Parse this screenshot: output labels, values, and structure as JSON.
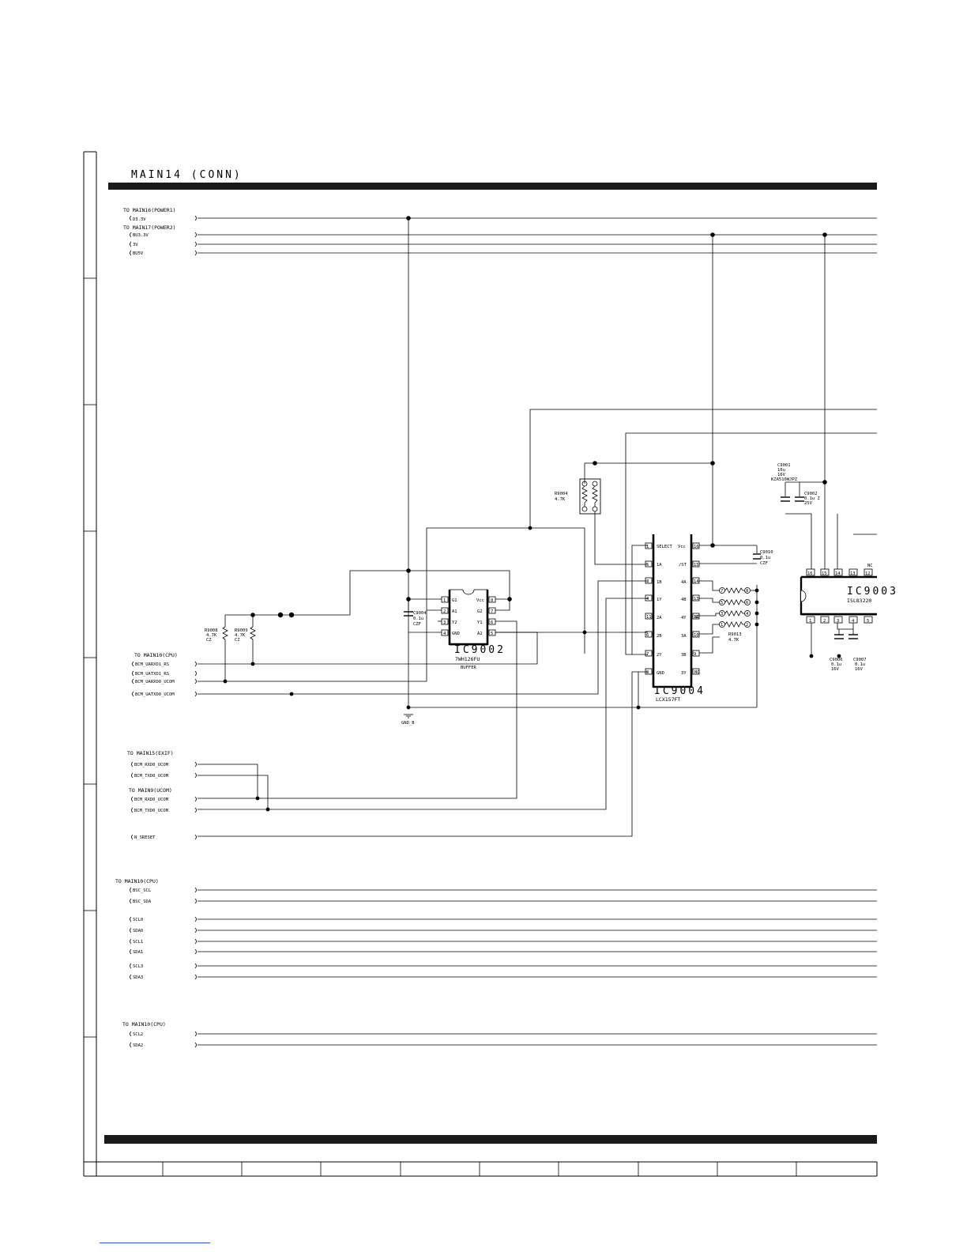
{
  "page": {
    "title": "MAIN14  (CONN)"
  },
  "groups": {
    "power1": "TO MAIN16(POWER1)",
    "power2": "TO MAIN17(POWER2)",
    "cpu_a": "TO MAIN10(CPU)",
    "exif": "TO MAIN15(EXIF)",
    "ucom": "TO MAIN9(UCOM)",
    "cpu_b": "TO MAIN10(CPU)",
    "cpu_c": "TO MAIN10(CPU)"
  },
  "signals": {
    "d33v": "D3.3V",
    "bu33v": "BU3.3V",
    "v3": "3V",
    "bu5v": "BU5V",
    "uarxd1": "BCM_UARXD1_RS",
    "uatxd1": "BCM_UATXD1_RS",
    "uarxd0": "BCM_UARXD0_UCOM",
    "uatxd0": "BCM_UATXD0_UCOM",
    "exif_rx": "BCM_RXD0_UCOM",
    "exif_tx": "BCM_TXD0_UCOM",
    "ucom_rx": "BCM_RXD0_UCOM",
    "ucom_tx": "BCM_TXD0_UCOM",
    "sreset": "N_SRESET",
    "bsc_scl": "BSC_SCL",
    "bsc_sda": "BSC_SDA",
    "scl0": "SCL0",
    "sda0": "SDA0",
    "scl1": "SCL1",
    "sda1": "SDA1",
    "scl3": "SCL3",
    "sda3": "SDA3",
    "scl2": "SCL2",
    "sda2": "SDA2"
  },
  "components": {
    "ic9002": {
      "ref": "IC9002",
      "part": "7WH126FU",
      "note": "BUFFER",
      "pins_left": [
        {
          "num": "1",
          "name": "G1"
        },
        {
          "num": "2",
          "name": "A1"
        },
        {
          "num": "3",
          "name": "Y2"
        },
        {
          "num": "4",
          "name": "GND"
        }
      ],
      "pins_right": [
        {
          "num": "8",
          "name": "Vcc"
        },
        {
          "num": "7",
          "name": "G2"
        },
        {
          "num": "6",
          "name": "Y1"
        },
        {
          "num": "5",
          "name": "A2"
        }
      ]
    },
    "ic9004": {
      "ref": "IC9004",
      "part": "LCX157FT",
      "pins_left": [
        {
          "num": "1",
          "name": "SELECT"
        },
        {
          "num": "5",
          "name": "1A"
        },
        {
          "num": "3",
          "name": "1B"
        },
        {
          "num": "4",
          "name": "1Y"
        },
        {
          "num": "11",
          "name": "2A"
        },
        {
          "num": "6",
          "name": "2B"
        },
        {
          "num": "7",
          "name": "2Y"
        },
        {
          "num": "8",
          "name": "GND"
        }
      ],
      "pins_right": [
        {
          "num": "16",
          "name": "Vcc"
        },
        {
          "num": "15",
          "name": "/ST"
        },
        {
          "num": "14",
          "name": "4A"
        },
        {
          "num": "13",
          "name": "4B"
        },
        {
          "num": "12",
          "name": "4Y"
        },
        {
          "num": "10",
          "name": "3A"
        },
        {
          "num": "9",
          "name": "3B"
        },
        {
          "num": "",
          "name": "3Y"
        }
      ],
      "nc": "NC"
    },
    "ic9003": {
      "ref": "IC9003",
      "part": "ISL83220",
      "top_pins": [
        "16",
        "15",
        "14",
        "13",
        "12"
      ],
      "bottom_pins": [
        "1",
        "2",
        "3",
        "4",
        "5"
      ],
      "nc": "NC"
    },
    "r9004": {
      "ref": "R9004",
      "value": "4.7K"
    },
    "r9008": {
      "ref": "R9008",
      "value": "4.7K",
      "tol": "CZ"
    },
    "r9009": {
      "ref": "R9009",
      "value": "4.7K",
      "tol": "CZ"
    },
    "r9013": {
      "ref": "R9013",
      "value": "4.7K",
      "pins": [
        "7",
        "8",
        "5",
        "6",
        "3",
        "4",
        "1",
        "2"
      ]
    },
    "c9004": {
      "ref": "C9004",
      "value": "0.1u",
      "type": "CZF"
    },
    "c9010": {
      "ref": "C9010",
      "value": "0.1u",
      "type": "CZF"
    },
    "c9001": {
      "ref": "C9001",
      "value": "10u",
      "voltage": "16V",
      "part": "KZA510WJPZ"
    },
    "c9002": {
      "ref": "C9002",
      "value": "0.1u Z",
      "voltage": "25V"
    },
    "c9006": {
      "ref": "C9006",
      "value": "0.1u",
      "voltage": "16V"
    },
    "c9007": {
      "ref": "C9007",
      "value": "0.1u",
      "voltage": "16V"
    },
    "gnd": "GND_B"
  }
}
